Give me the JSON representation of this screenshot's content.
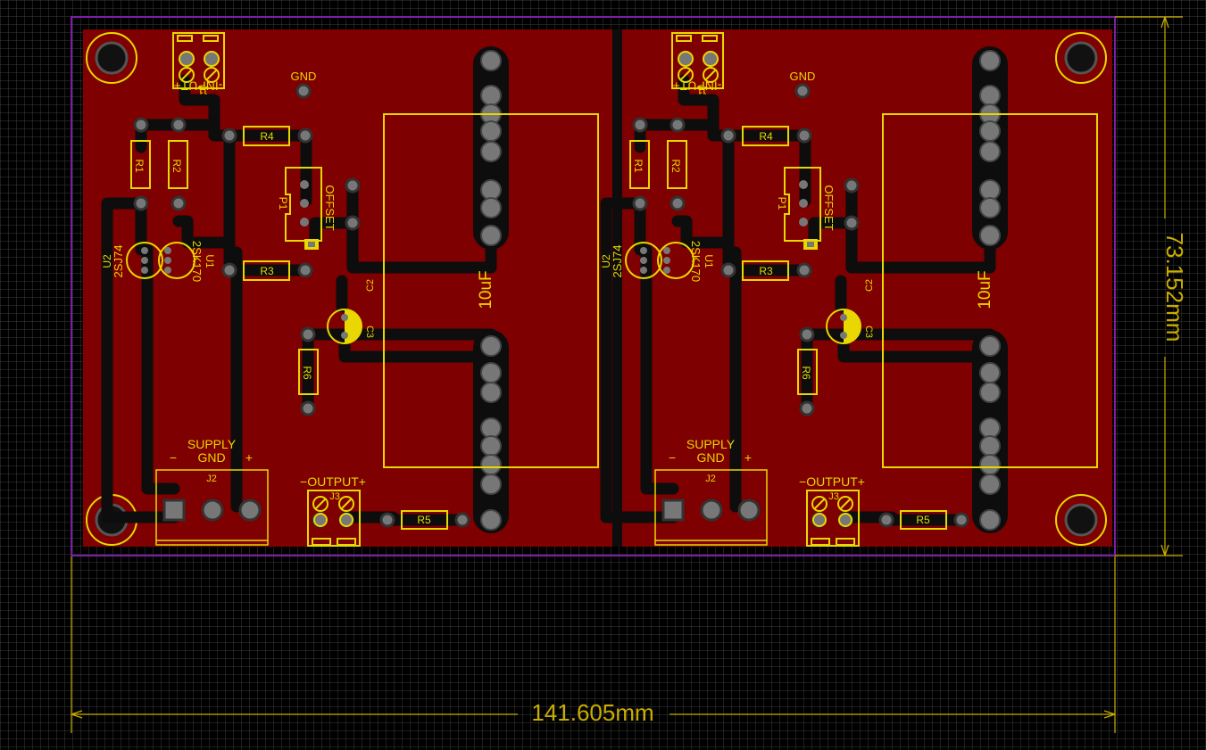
{
  "board": {
    "width_label": "141.605mm",
    "height_label": "73.152mm",
    "colors": {
      "background": "#000000",
      "grid": "#3c3c3c",
      "copper": "#7e0000",
      "trace": "#0d0d0d",
      "pad": "#777777",
      "silkscreen": "#e8d700",
      "outline": "#7b1fa2",
      "dimension": "#c9ad00"
    }
  },
  "channels": [
    {
      "input_label": "-INPUT+",
      "j1": "J1",
      "gnd_label": "GND",
      "r1": "R1",
      "r2": "R2",
      "r3": "R3",
      "r4": "R4",
      "r5": "R5",
      "r6": "R6",
      "p1": "P1",
      "offset_label": "OFFSET",
      "u1": "U1",
      "u1_part": "2SK170",
      "u2": "U2",
      "u2_part": "2SJ74",
      "c2": "C2",
      "c2_value": "10uF",
      "c3": "C3",
      "supply_label": "SUPPLY",
      "supply_gnd": "GND",
      "minus": "−",
      "plus": "+",
      "j2": "J2",
      "output_label": "−OUTPUT+",
      "j3": "J3"
    },
    {
      "input_label": "-INPUT+",
      "j1": "J1",
      "gnd_label": "GND",
      "r1": "R1",
      "r2": "R2",
      "r3": "R3",
      "r4": "R4",
      "r5": "R5",
      "r6": "R6",
      "p1": "P1",
      "offset_label": "OFFSET",
      "u1": "U1",
      "u1_part": "2SK170",
      "u2": "U2",
      "u2_part": "2SJ74",
      "c2": "C2",
      "c2_value": "10uF",
      "c3": "C3",
      "supply_label": "SUPPLY",
      "supply_gnd": "GND",
      "minus": "−",
      "plus": "+",
      "j2": "J2",
      "output_label": "−OUTPUT+",
      "j3": "J3"
    }
  ]
}
